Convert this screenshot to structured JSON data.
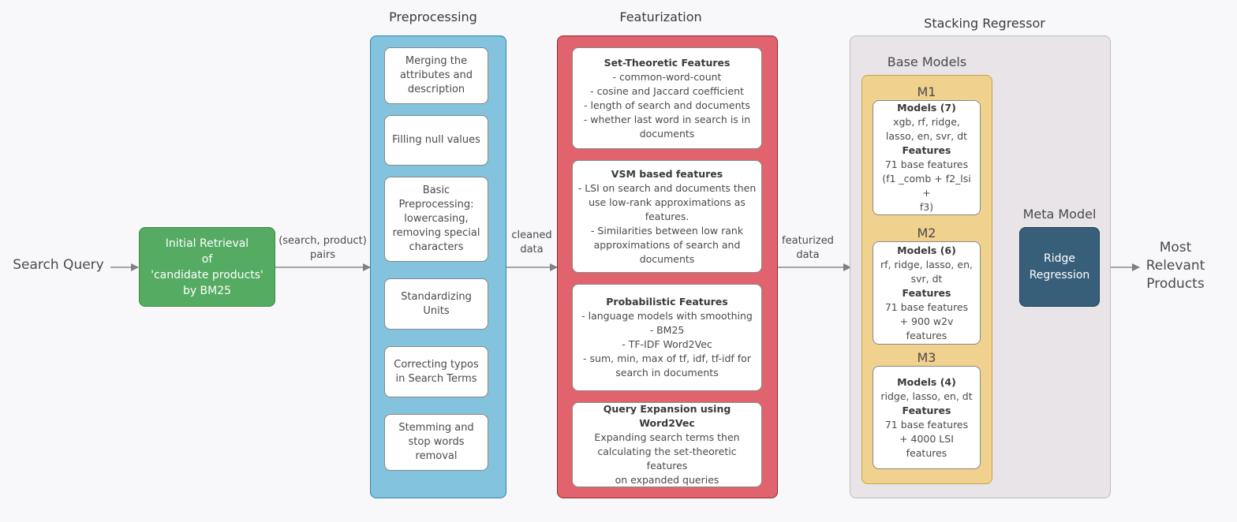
{
  "input_label": "Search Query",
  "initial_retrieval": {
    "lines": [
      "Initial Retrieval",
      "of",
      "'candidate products'",
      "by BM25"
    ],
    "color": "#55ab62"
  },
  "edges": {
    "query_to_retrieval": "",
    "retrieval_to_prep": [
      "(search, product)",
      "pairs"
    ],
    "prep_to_feat": [
      "cleaned",
      "data"
    ],
    "feat_to_stack": [
      "featurized",
      "data"
    ],
    "base_to_meta": "",
    "meta_to_output": ""
  },
  "preprocessing": {
    "title": "Preprocessing",
    "color": "#84c3dd",
    "steps": [
      [
        "Merging the",
        "attributes and",
        "description"
      ],
      [
        "Filling null values"
      ],
      [
        "Basic",
        "Preprocessing:",
        "lowercasing,",
        "removing special",
        "characters"
      ],
      [
        "Standardizing",
        "Units"
      ],
      [
        "Correcting typos",
        "in Search Terms"
      ],
      [
        "Stemming and",
        "stop words",
        "removal"
      ]
    ]
  },
  "featurization": {
    "title": "Featurization",
    "color": "#e0636d",
    "groups": [
      {
        "heading": "Set-Theoretic Features",
        "lines": [
          "- common-word-count",
          "- cosine and Jaccard coefficient",
          "- length of search and documents",
          "- whether last word in search is in",
          "documents"
        ]
      },
      {
        "heading": "VSM based features",
        "lines": [
          "- LSI on search and documents then",
          "use low-rank approximations as",
          "features.",
          "- Similarities between low rank",
          "approximations of search and",
          "documents"
        ]
      },
      {
        "heading": "Probabilistic Features",
        "lines": [
          "- language models with smoothing",
          "- BM25",
          "- TF-IDF Word2Vec",
          "- sum, min, max of tf, idf, tf-idf for",
          "search in documents"
        ]
      },
      {
        "heading": "Query Expansion using Word2Vec",
        "lines": [
          "Expanding search terms then",
          "calculating the set-theoretic",
          "features",
          "on expanded queries"
        ]
      }
    ]
  },
  "stacking": {
    "title": "Stacking Regressor",
    "base_title": "Base Models",
    "meta_title": "Meta Model",
    "meta_lines": [
      "Ridge",
      "Regression"
    ],
    "meta_color": "#385f79",
    "base_color": "#f0d18e",
    "models": [
      {
        "name": "M1",
        "models_heading": "Models (7)",
        "models_lines": [
          "xgb, rf, ridge,",
          "lasso, en, svr, dt"
        ],
        "features_heading": "Features",
        "features_lines": [
          "71 base features",
          "(f1 _comb + f2_lsi +",
          "f3)"
        ]
      },
      {
        "name": "M2",
        "models_heading": "Models (6)",
        "models_lines": [
          "rf, ridge, lasso, en,",
          "svr, dt"
        ],
        "features_heading": "Features",
        "features_lines": [
          "71 base features",
          "+ 900 w2v features"
        ]
      },
      {
        "name": "M3",
        "models_heading": "Models (4)",
        "models_lines": [
          "ridge, lasso, en, dt"
        ],
        "features_heading": "Features",
        "features_lines": [
          "71 base features",
          "+ 4000 LSI",
          "features"
        ]
      }
    ]
  },
  "output_lines": [
    "Most",
    "Relevant",
    "Products"
  ]
}
